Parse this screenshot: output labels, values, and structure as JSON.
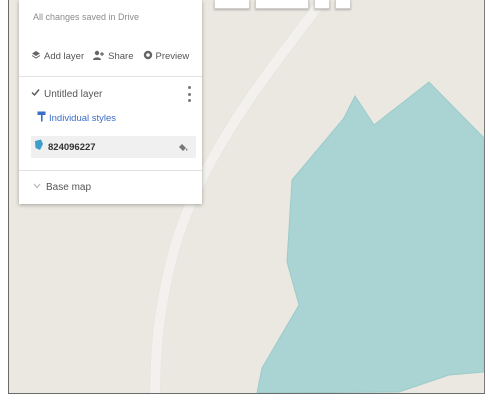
{
  "panel": {
    "saved_status": "All changes saved in Drive",
    "actions": {
      "add_layer": "Add layer",
      "share": "Share",
      "preview": "Preview"
    },
    "layer": {
      "name": "Untitled layer",
      "checked": true,
      "style_link": "Individual styles",
      "feature": {
        "label": "824096227",
        "color": "#a9d4d3",
        "icon": "polygon-icon"
      }
    },
    "base_map": {
      "label": "Base map",
      "icon": "expand-arrow-icon"
    }
  },
  "map": {
    "background_color": "#ebe8e1",
    "road_color": "#ffffff",
    "polygon_fill": "#a9d4d3"
  }
}
